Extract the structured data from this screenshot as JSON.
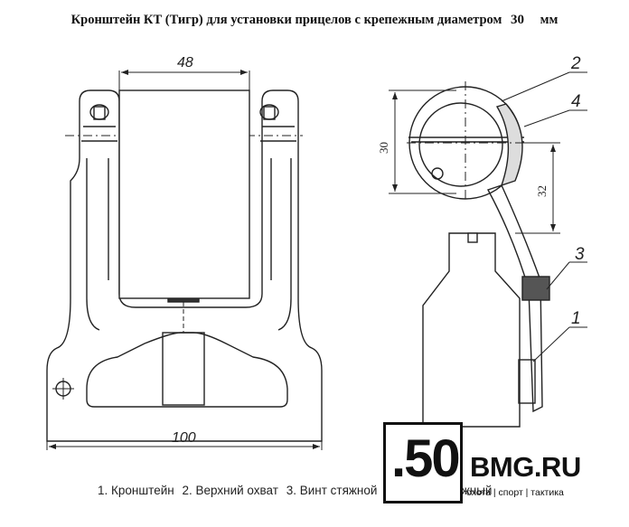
{
  "title": {
    "text": "Кронштейн КТ (Тигр) для установки прицелов с крепежным диаметром",
    "diameter": "30",
    "unit": "мм"
  },
  "dimensions": {
    "top_width": "48",
    "base_width": "100",
    "ring_diameter": "30",
    "height": "32"
  },
  "callouts": [
    "2",
    "4",
    "3",
    "1"
  ],
  "legend": [
    "1. Кронштейн",
    "2. Верхний охват",
    "3. Винт стяжной",
    "4. Винт крепежный"
  ],
  "logo": {
    "number": ".50",
    "site": "BMG.RU",
    "tagline": "охота | спорт | тактика"
  }
}
